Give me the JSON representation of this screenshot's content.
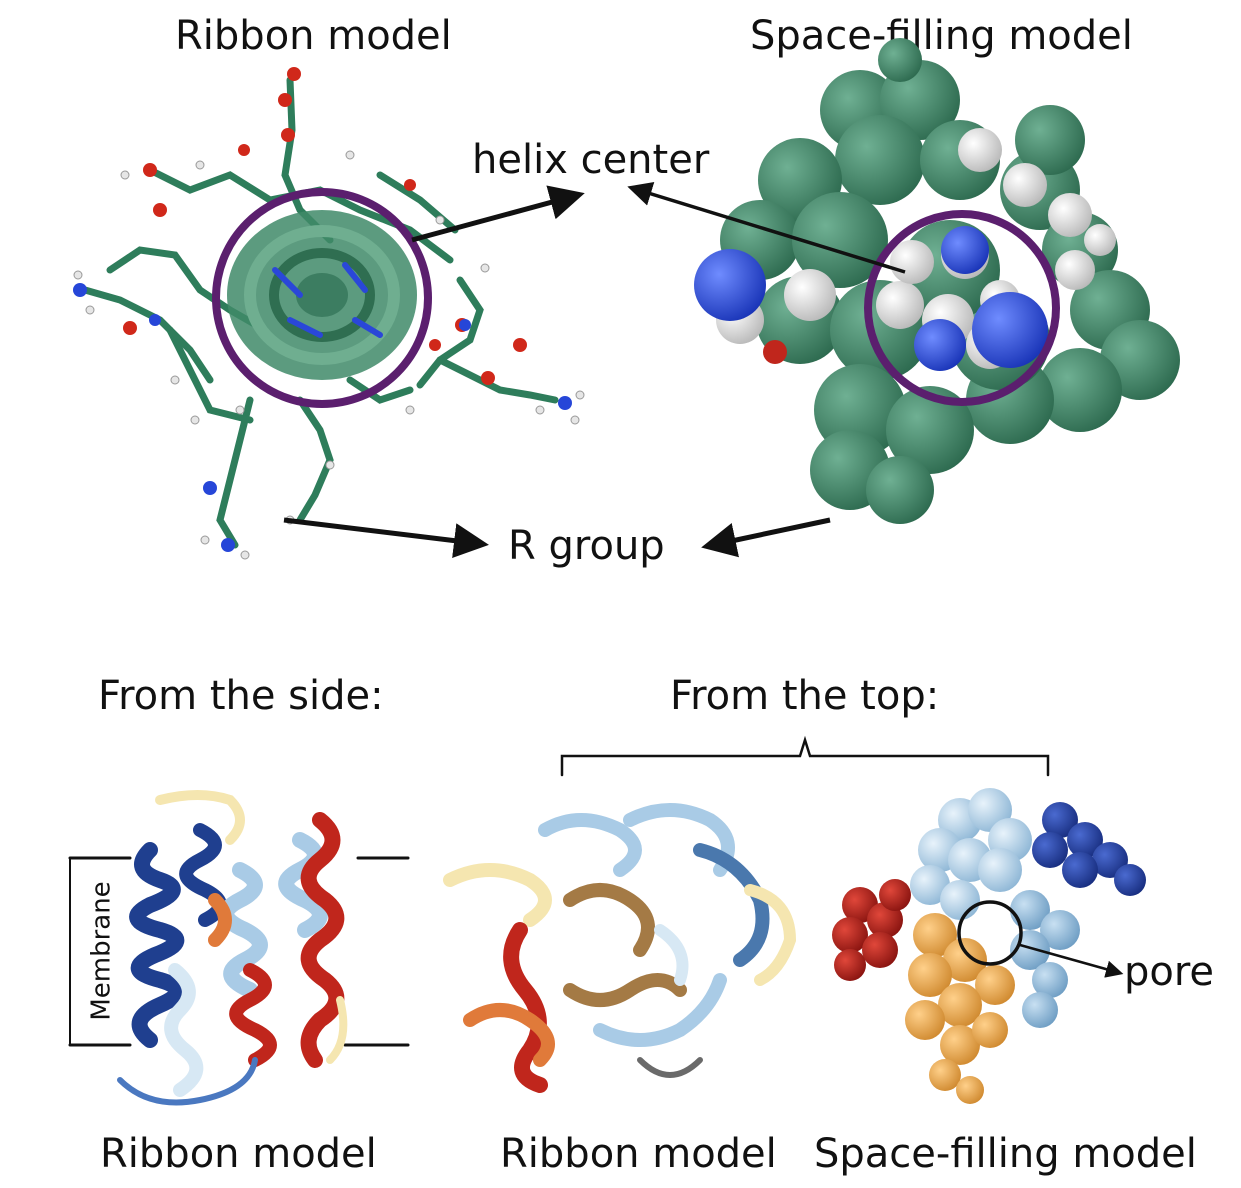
{
  "top": {
    "left_title": "Ribbon model",
    "right_title": "Space-filling model",
    "helix_label": "helix center",
    "rgroup_label": "R group"
  },
  "bottom": {
    "side_title": "From the side:",
    "top_title": "From the top:",
    "membrane_label": "Membrane",
    "pore_label": "pore",
    "caption_left": "Ribbon model",
    "caption_mid": "Ribbon model",
    "caption_right": "Space-filling model"
  },
  "colors": {
    "carbon": "#2e7d5b",
    "oxygen": "#d0281a",
    "nitrogen": "#2646d8",
    "hydrogen": "#e8e8e8",
    "highlight_circle": "#5b1f6e",
    "helix_blue_dark": "#1f3f8f",
    "helix_blue_light": "#a9cbe6",
    "helix_orange": "#e07a3a",
    "helix_red": "#c0261c",
    "helix_cream": "#f5e6b0",
    "helix_brown": "#a47a45"
  }
}
